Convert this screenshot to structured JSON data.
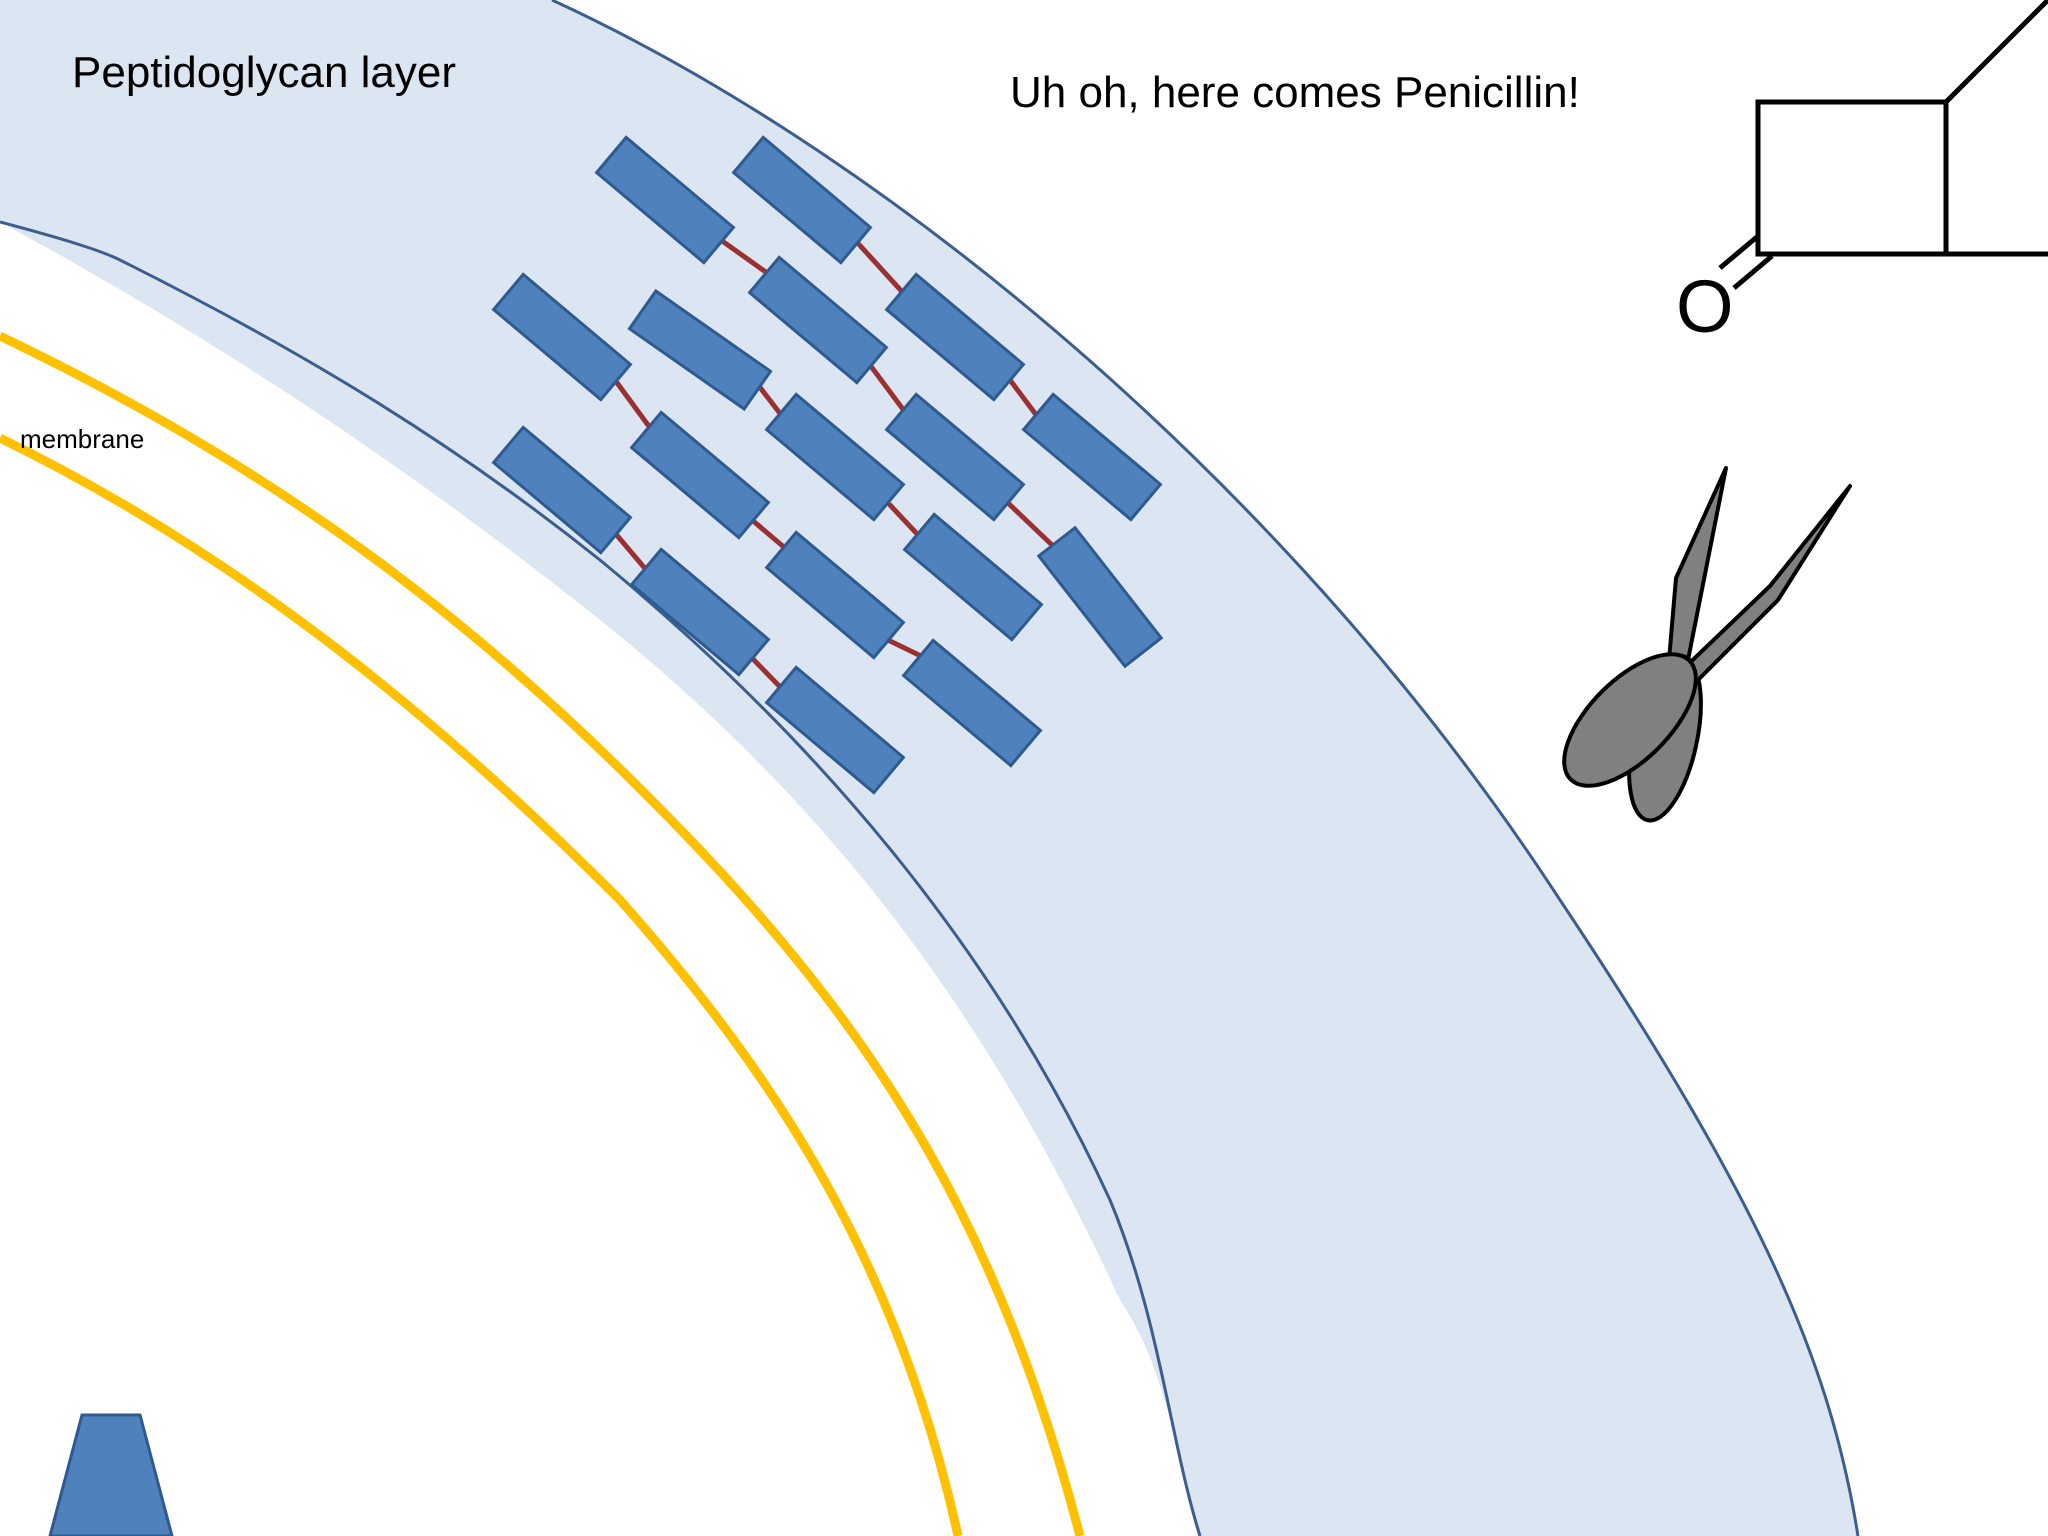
{
  "slide": {
    "peptidoglycan_label": "Peptidoglycan layer",
    "penicillin_label": "Uh oh, here comes Penicillin!",
    "membrane_label": "membrane",
    "molecule_atom": "O"
  },
  "colors": {
    "layer_fill": "#dce6f3",
    "layer_stroke": "#3b5e8c",
    "block_fill": "#4f81bd",
    "block_stroke": "#2f5a8f",
    "crosslink": "#9b3030",
    "membrane": "#ffc000",
    "scissors": "#808080"
  },
  "icons": [
    "scissors-icon",
    "beta-lactam-ring-icon"
  ]
}
